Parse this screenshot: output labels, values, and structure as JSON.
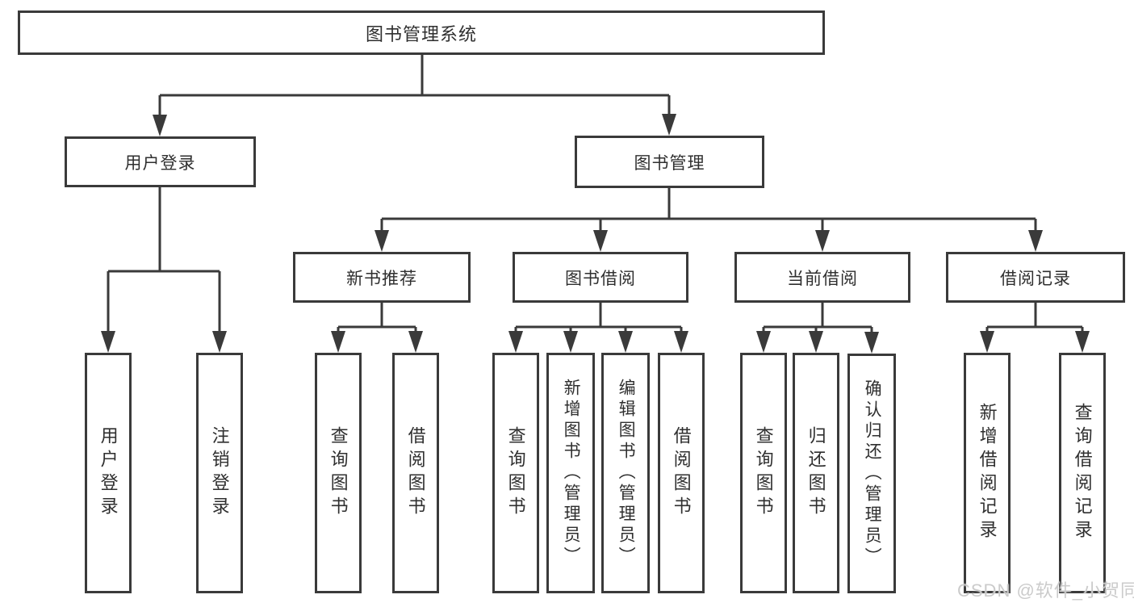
{
  "diagram": {
    "root": {
      "label": "图书管理系统"
    },
    "children": [
      {
        "label": "用户登录",
        "children": [
          {
            "label": "用户登录"
          },
          {
            "label": "注销登录"
          }
        ]
      },
      {
        "label": "图书管理",
        "children": [
          {
            "label": "新书推荐",
            "children": [
              {
                "label": "查询图书"
              },
              {
                "label": "借阅图书"
              }
            ]
          },
          {
            "label": "图书借阅",
            "children": [
              {
                "label": "查询图书"
              },
              {
                "label": "新增图书（管理员）"
              },
              {
                "label": "编辑图书（管理员）"
              },
              {
                "label": "借阅图书"
              }
            ]
          },
          {
            "label": "当前借阅",
            "children": [
              {
                "label": "查询图书"
              },
              {
                "label": "归还图书"
              },
              {
                "label": "确认归还（管理员）"
              }
            ]
          },
          {
            "label": "借阅记录",
            "children": [
              {
                "label": "新增借阅记录"
              },
              {
                "label": "查询借阅记录"
              }
            ]
          }
        ]
      }
    ]
  },
  "watermark": {
    "text": "CSDN @软件_小贺同学"
  },
  "colors": {
    "line": "#3a3a3a",
    "text": "#2f2f2f",
    "background": "#ffffff",
    "watermark": "#c8c8c8"
  }
}
